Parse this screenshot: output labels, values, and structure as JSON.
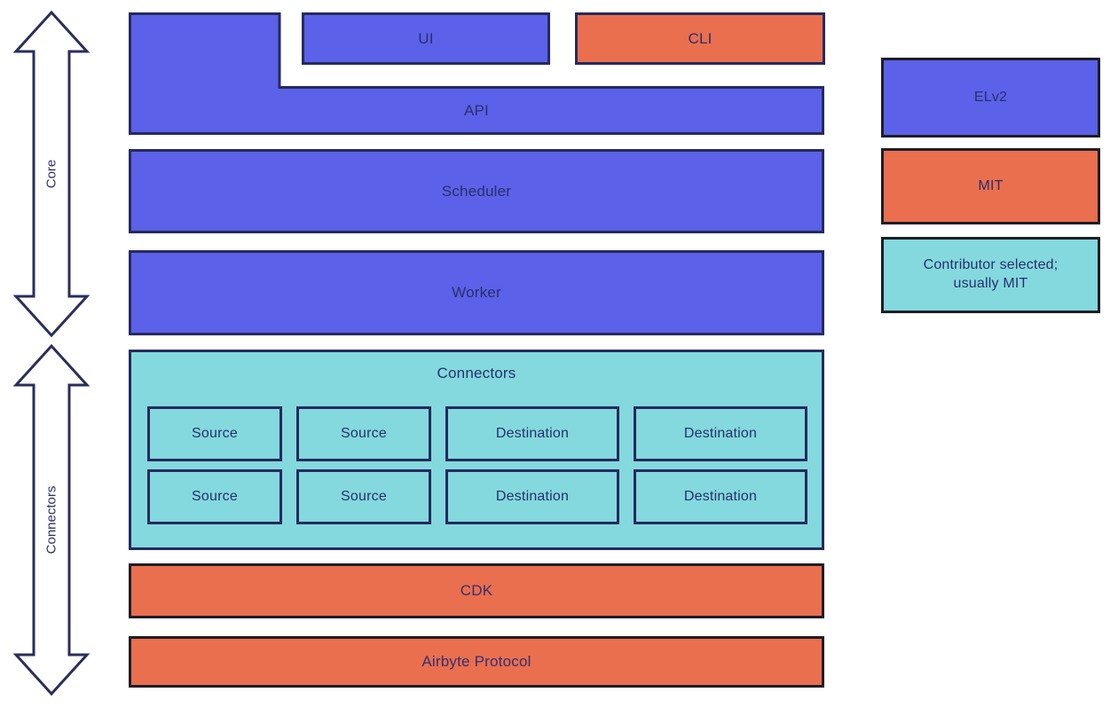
{
  "arrows": {
    "core": {
      "label": "Core"
    },
    "connectors": {
      "label": "Connectors"
    }
  },
  "stack": {
    "ui": "UI",
    "cli": "CLI",
    "api": "API",
    "scheduler": "Scheduler",
    "worker": "Worker",
    "connectors": {
      "title": "Connectors",
      "row1": [
        "Source",
        "Source",
        "Destination",
        "Destination"
      ],
      "row2": [
        "Source",
        "Source",
        "Destination",
        "Destination"
      ]
    },
    "cdk": "CDK",
    "protocol": "Airbyte Protocol"
  },
  "legend": [
    {
      "label": "ELv2",
      "color": "#5B61E8"
    },
    {
      "label": "MIT",
      "color": "#E96F4F"
    },
    {
      "label": "Contributor selected; usually MIT",
      "color": "#83D9DE"
    }
  ],
  "colors": {
    "blue": "#5B61E8",
    "orange": "#E96F4F",
    "teal": "#83D9DE",
    "border_navy": "#262A5E",
    "border_dark": "#1D1D26",
    "label_text": "#292F6B",
    "arrow_outline": "#2A2E5C",
    "background": "#FFFFFF"
  }
}
